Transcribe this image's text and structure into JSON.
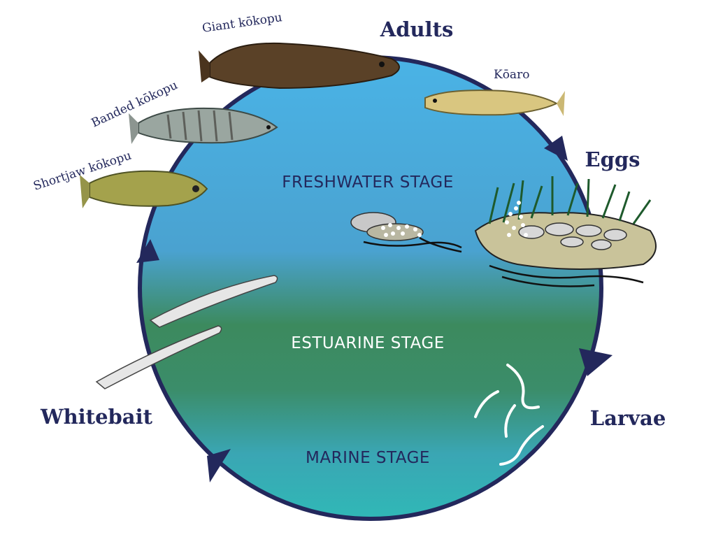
{
  "life_stages": {
    "adults": "Adults",
    "eggs": "Eggs",
    "larvae": "Larvae",
    "whitebait": "Whitebait"
  },
  "habitat_stages": {
    "freshwater": "FRESHWATER STAGE",
    "estuarine": "ESTUARINE STAGE",
    "marine": "MARINE STAGE"
  },
  "species": {
    "giant": "Giant kōkopu",
    "banded": "Banded kōkopu",
    "shortjaw": "Shortjaw kōkopu",
    "koaro": "Kōaro"
  },
  "colors": {
    "ring": "#23285c",
    "freshwater": "#4aaedf",
    "estuarine": "#3b8a5c",
    "marine": "#2fb3b3",
    "label": "#23285c"
  }
}
